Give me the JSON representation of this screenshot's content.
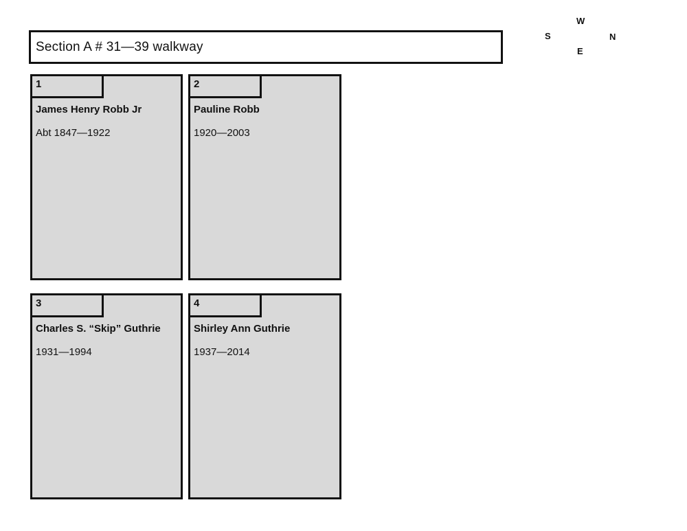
{
  "header": {
    "title": "Section A # 31—39 walkway"
  },
  "compass": {
    "w": "W",
    "s": "S",
    "n": "N",
    "e": "E"
  },
  "plots": [
    {
      "number": "1",
      "name": "James Henry Robb Jr",
      "dates": "Abt 1847—1922"
    },
    {
      "number": "2",
      "name": "Pauline Robb",
      "dates": "1920—2003"
    },
    {
      "number": "3",
      "name": "Charles S. “Skip” Guthrie",
      "dates": "1931—1994"
    },
    {
      "number": "4",
      "name": "Shirley Ann Guthrie",
      "dates": "1937—2014"
    }
  ],
  "colors": {
    "plot_fill": "#d9d9d9",
    "border": "#000000",
    "page_background": "#ffffff"
  }
}
